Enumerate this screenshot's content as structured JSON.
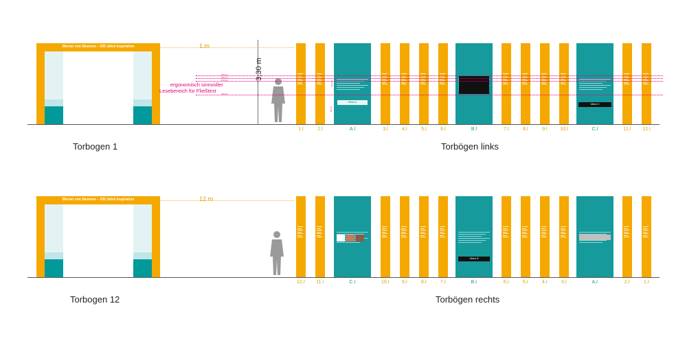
{
  "colors": {
    "orange": "#f5a800",
    "teal": "#179a9c",
    "magenta": "#e0007a"
  },
  "top": {
    "gate_title": "Werner von Siemens – 200 Jahre Inspiration",
    "gate_label": "Torbogen 1",
    "section_label": "Torbögen links",
    "distance_label": "1.m",
    "height_label": "3,30 m",
    "reading_area_label": [
      "ergonomisch sinnvoller",
      "Lesebereich für Fließtext"
    ],
    "dims": [
      "220 cm",
      "190 cm",
      "170 cm",
      "120 cm"
    ],
    "panel_dims": [
      "110 cm",
      "90 cm"
    ],
    "units": [
      "1.l",
      "2.l",
      "A.l",
      "3.l",
      "4.l",
      "5.l",
      "6.l",
      "B.l",
      "7.l",
      "8.l",
      "9.l",
      "10.l",
      "C.l",
      "11.l",
      "12.l"
    ],
    "vitrines": [
      "Vitrine A",
      "Vitrine C"
    ]
  },
  "bottom": {
    "gate_title": "Werner von Siemens – 200 Jahre Inspiration",
    "gate_label": "Torbogen 12",
    "section_label": "Torbögen rechts",
    "distance_label": "12.m",
    "units": [
      "12.r",
      "11.r",
      "C.r",
      "10.r",
      "9.r",
      "8.r",
      "7.r",
      "B.r",
      "6.r",
      "5.r",
      "4.r",
      "3.r",
      "A.r",
      "2.r",
      "1.r"
    ],
    "vitrines": [
      "Vitrine B"
    ]
  }
}
